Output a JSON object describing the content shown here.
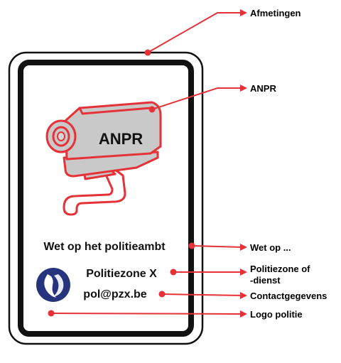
{
  "sign": {
    "camera_label": "ANPR",
    "law_text": "Wet op het politieambt",
    "zone_name": "Politiezone X",
    "email": "pol@pzx.be"
  },
  "callouts": {
    "dimensions": "Afmetingen",
    "anpr": "ANPR",
    "law": "Wet op ...",
    "zone_line1": "Politiezone of",
    "zone_line2": "-dienst",
    "contact": "Contactgegevens",
    "logo": "Logo politie"
  },
  "colors": {
    "callout": "#e53238",
    "frame": "#111111",
    "camera_fill": "#c9c9c9",
    "logo_blue": "#26347d"
  }
}
